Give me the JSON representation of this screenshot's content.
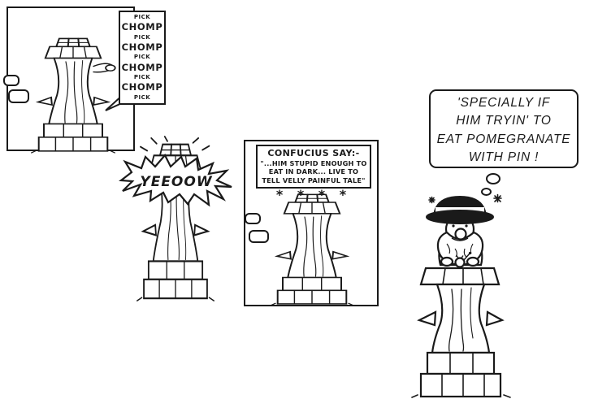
{
  "colors": {
    "ink": "#1a1a1a",
    "paper": "#ffffff"
  },
  "comic": {
    "panel1": {
      "bubble_lines": [
        "PICK",
        "CHOMP",
        "PICK",
        "CHOMP",
        "PICK",
        "CHOMP",
        "PICK",
        "CHOMP",
        "PICK"
      ]
    },
    "panel2": {
      "burst_text": "YEEOOW"
    },
    "panel3": {
      "sign_title": "CONFUCIUS SAY:-",
      "sign_lines": [
        "\"...HIM STUPID ENOUGH TO",
        "EAT IN DARK... LIVE TO",
        "TELL VELLY PAINFUL TALE\""
      ],
      "stars": "*  *  *  *"
    },
    "panel4": {
      "bubble_lines": [
        "'SPECIALLY IF",
        "HIM TRYIN' TO",
        "EAT POMEGRANATE",
        "WITH PIN !"
      ]
    }
  }
}
